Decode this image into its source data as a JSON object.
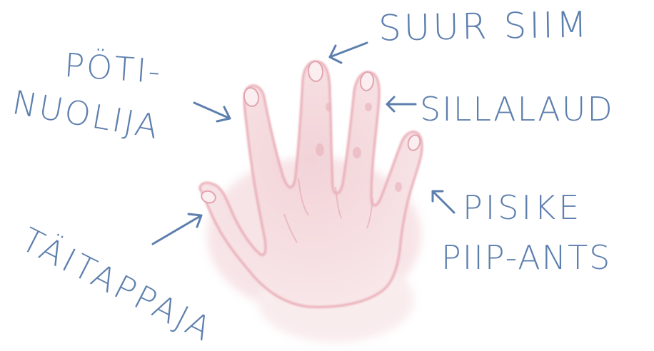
{
  "labels": {
    "middle_finger": "SUUR SIIM",
    "index_finger_line1": "PÖTI-",
    "index_finger_line2": "NUOLIJA",
    "ring_finger": "SILLALAUD",
    "little_finger_line1": "PISIKE",
    "little_finger_line2": "PIIP-ANTS",
    "thumb": "TÄITAPPAJA"
  },
  "colors": {
    "text": "#5d7fae",
    "arrow": "#5d7fae",
    "hand_fill": "#f4d6da",
    "hand_outline": "#e9a9b3"
  }
}
